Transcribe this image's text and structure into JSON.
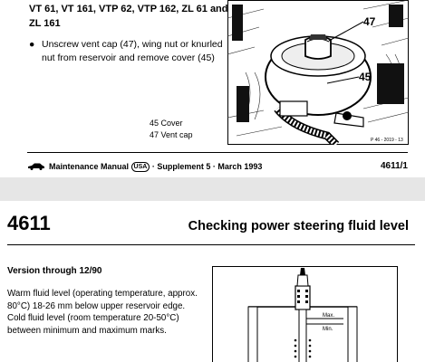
{
  "page_top": {
    "applies_to": "VT 61, VT 161, VTP 62, VTP 162, ZL 61 and ZL 161",
    "bullet": "Unscrew vent cap (47), wing nut or knurled nut from reservoir and remove cover (45)",
    "legend": [
      "45 Cover",
      "47 Vent cap"
    ],
    "figure": {
      "callouts": [
        "47",
        "45"
      ],
      "ref": "P 46 - 2019 - 13"
    },
    "footer": {
      "manual": "Maintenance Manual",
      "region": "USA",
      "supplement": "· Supplement 5 · March 1993",
      "page": "4611/1"
    }
  },
  "page_bottom": {
    "section_number": "4611",
    "section_title": "Checking power steering fluid level",
    "version": "Version through 12/90",
    "body": "Warm fluid level (operating temperature, approx. 80°C) 18-26 mm below upper reservoir edge. Cold fluid level (room temperature 20-50°C) between minimum and maximum marks.",
    "figure": {
      "max_label": "Max.",
      "min_label": "Min."
    }
  }
}
